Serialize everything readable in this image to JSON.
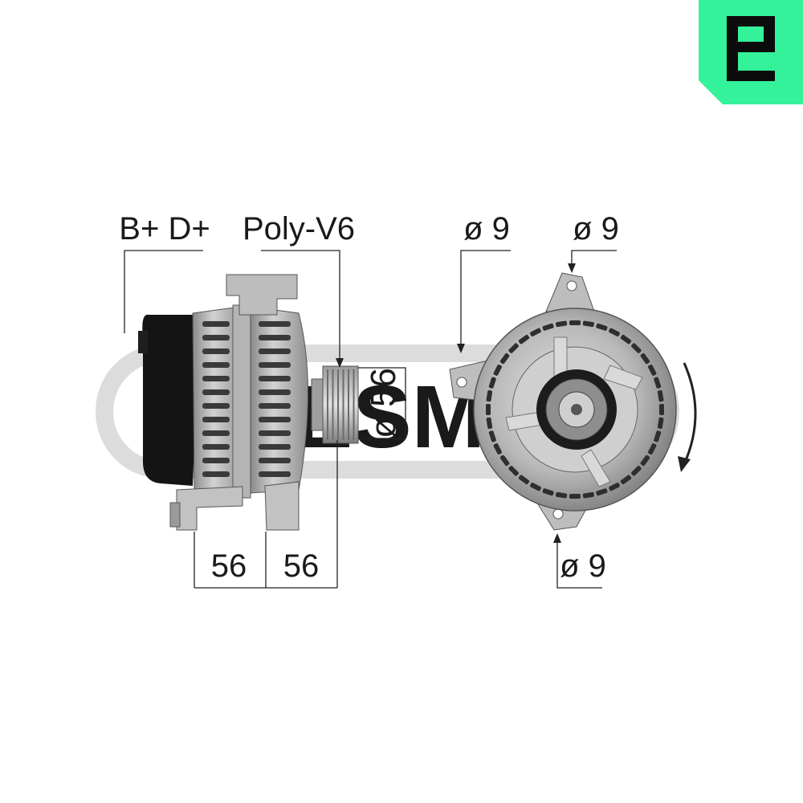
{
  "colors": {
    "brand_green": "#33f29a",
    "watermark": "#dadada",
    "metal_light": "#cfcfcf",
    "metal_mid": "#a9a9a9",
    "metal_dark": "#6e6e6e",
    "black_part": "#141414"
  },
  "brand": {
    "logo_letter": "E",
    "logo_icon": "era-logo-icon"
  },
  "watermark": {
    "text": "MESMO"
  },
  "side_view": {
    "connector_label": "B+ D+",
    "pulley_label": "Poly-V6",
    "pulley_diameter": "ø 56",
    "mount_dim_left": "56",
    "mount_dim_right": "56"
  },
  "front_view": {
    "hole_top_left": "ø 9",
    "hole_top_right": "ø 9",
    "hole_bottom": "ø 9",
    "rotation_icon": "rotation-arrow-icon"
  }
}
